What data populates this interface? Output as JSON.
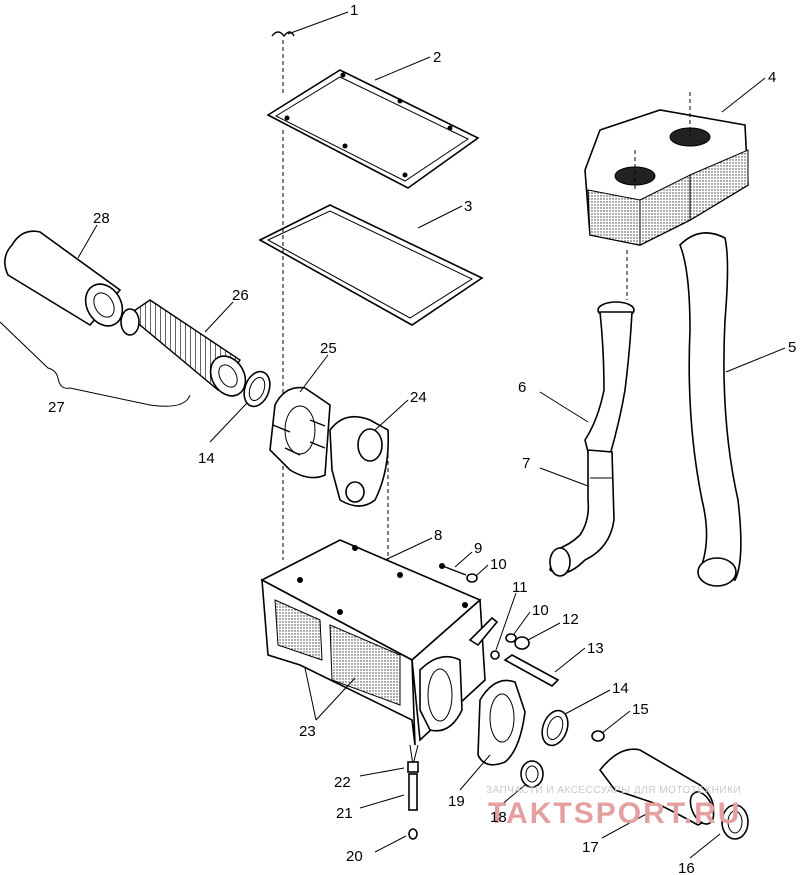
{
  "callouts": [
    "1",
    "2",
    "3",
    "4",
    "5",
    "6",
    "7",
    "8",
    "9",
    "10",
    "10",
    "11",
    "12",
    "13",
    "14",
    "14",
    "15",
    "16",
    "17",
    "18",
    "19",
    "20",
    "21",
    "22",
    "23",
    "24",
    "25",
    "26",
    "27",
    "28"
  ],
  "watermark": {
    "line1": "ЗАПЧАСТИ И АКСЕССУАРЫ ДЛЯ МОТОТЕХНИКИ",
    "line2": "TAKTSPORT.RU"
  }
}
